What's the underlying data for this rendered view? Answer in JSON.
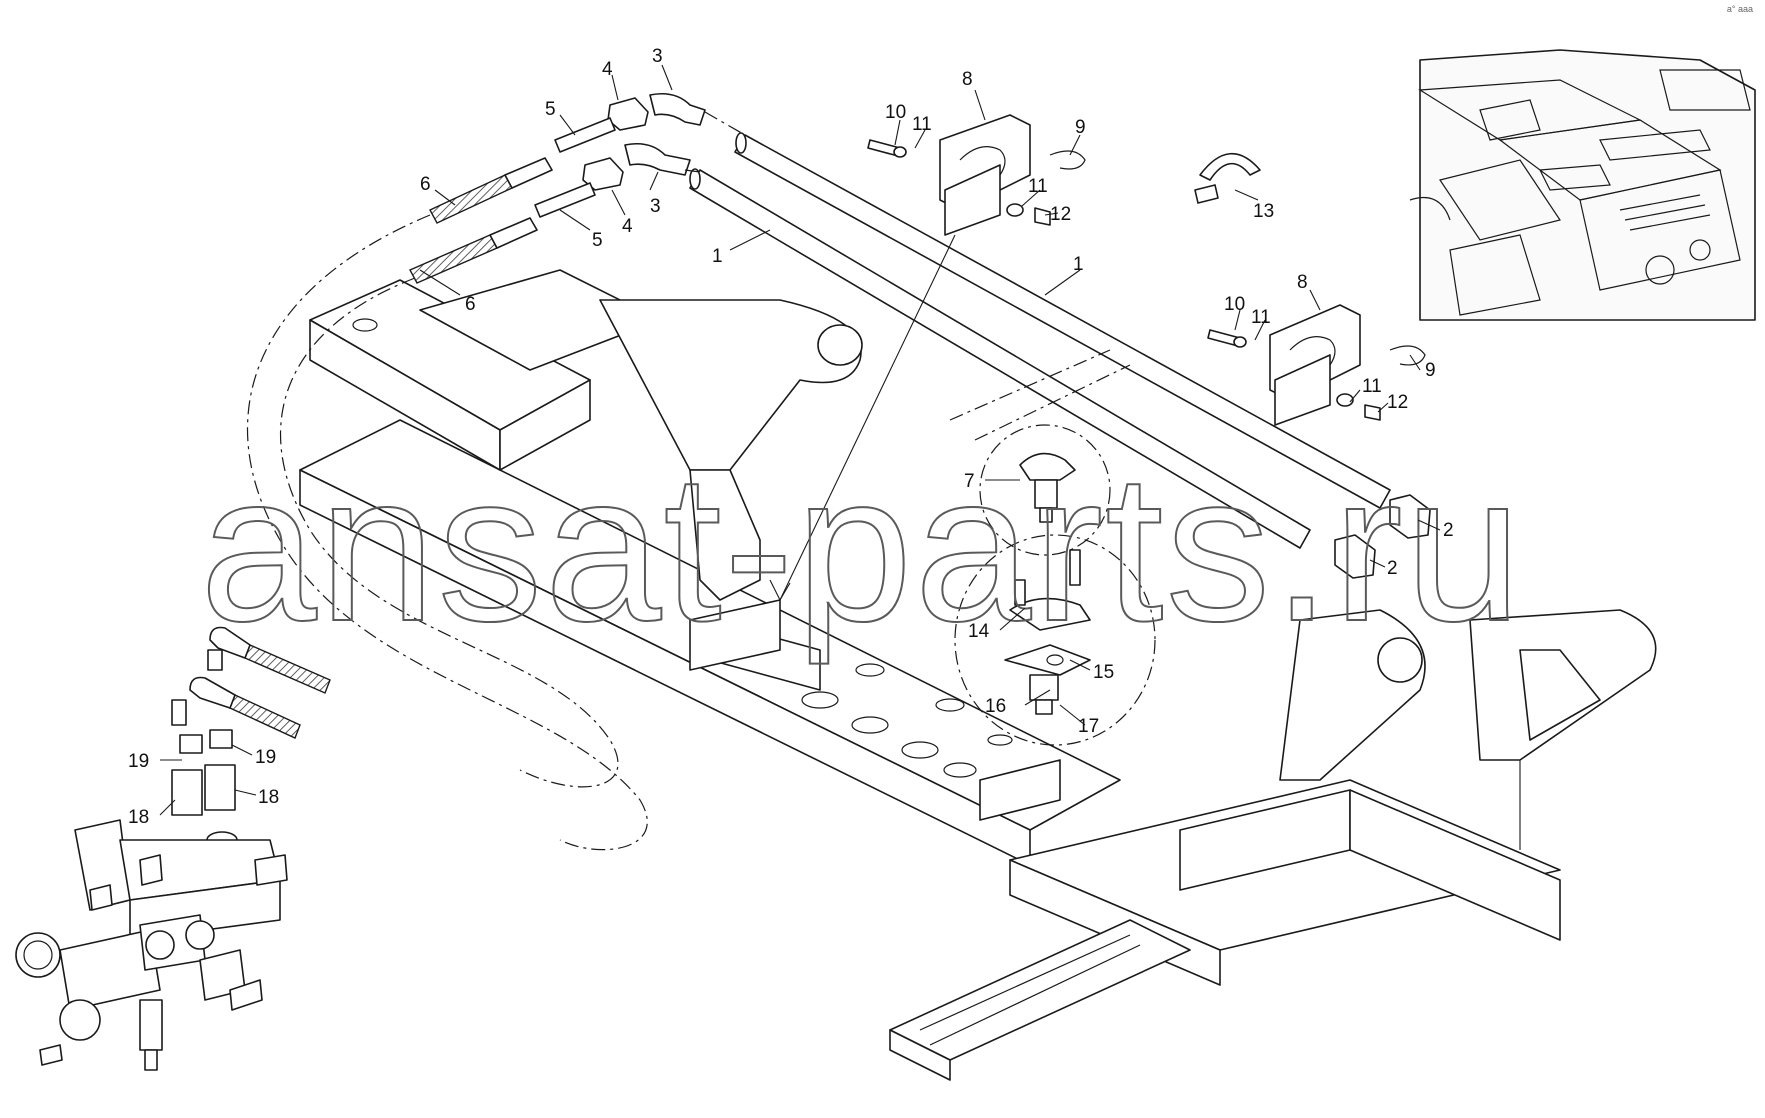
{
  "watermark": "ansat-parts.ru",
  "corner_mark": "a° aaa",
  "callouts": [
    {
      "id": "c3a",
      "label": "3"
    },
    {
      "id": "c4a",
      "label": "4"
    },
    {
      "id": "c5a",
      "label": "5"
    },
    {
      "id": "c6a",
      "label": "6"
    },
    {
      "id": "c3b",
      "label": "3"
    },
    {
      "id": "c4b",
      "label": "4"
    },
    {
      "id": "c5b",
      "label": "5"
    },
    {
      "id": "c6b",
      "label": "6"
    },
    {
      "id": "c1a",
      "label": "1"
    },
    {
      "id": "c1b",
      "label": "1"
    },
    {
      "id": "c8a",
      "label": "8"
    },
    {
      "id": "c10a",
      "label": "10"
    },
    {
      "id": "c11a",
      "label": "11"
    },
    {
      "id": "c9a",
      "label": "9"
    },
    {
      "id": "c11b",
      "label": "11"
    },
    {
      "id": "c12a",
      "label": "12"
    },
    {
      "id": "c13",
      "label": "13"
    },
    {
      "id": "c8b",
      "label": "8"
    },
    {
      "id": "c10b",
      "label": "10"
    },
    {
      "id": "c11c",
      "label": "11"
    },
    {
      "id": "c9b",
      "label": "9"
    },
    {
      "id": "c11d",
      "label": "11"
    },
    {
      "id": "c12b",
      "label": "12"
    },
    {
      "id": "c7",
      "label": "7"
    },
    {
      "id": "c2a",
      "label": "2"
    },
    {
      "id": "c2b",
      "label": "2"
    },
    {
      "id": "c14",
      "label": "14"
    },
    {
      "id": "c15",
      "label": "15"
    },
    {
      "id": "c16",
      "label": "16"
    },
    {
      "id": "c17",
      "label": "17"
    },
    {
      "id": "c19a",
      "label": "19"
    },
    {
      "id": "c19b",
      "label": "19"
    },
    {
      "id": "c18a",
      "label": "18"
    },
    {
      "id": "c18b",
      "label": "18"
    }
  ]
}
